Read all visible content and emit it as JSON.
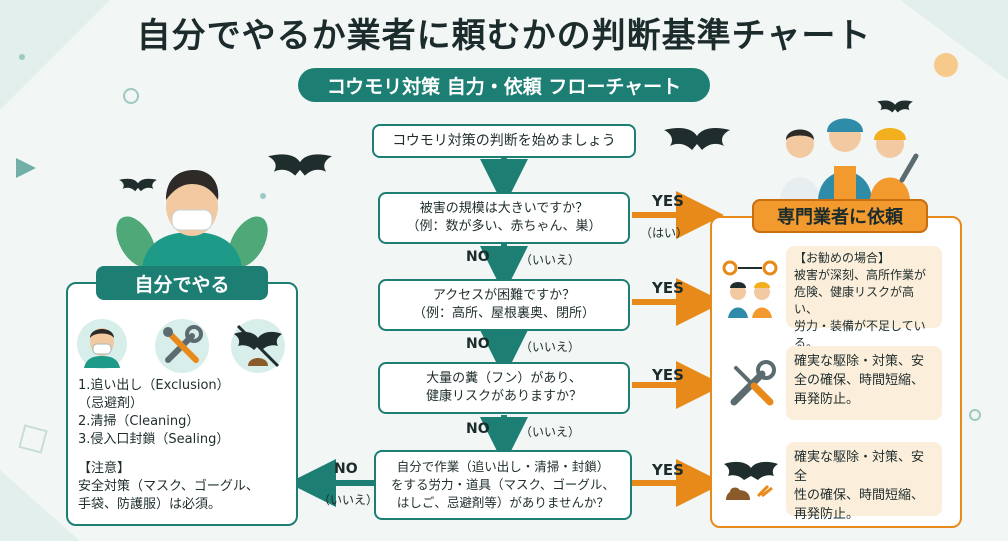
{
  "title": "自分でやるか業者に頼むかの判断基準チャート",
  "subtitle": "コウモリ対策 自力・依頼 フローチャート",
  "start": "コウモリ対策の判断を始めましょう",
  "questions": [
    {
      "line1": "被害の規模は大きいですか？",
      "line2": "（例：数が多い、赤ちゃん、巣）"
    },
    {
      "line1": "アクセスが困難ですか？",
      "line2": "（例：高所、屋根裏奥、閉所）"
    },
    {
      "line1": "大量の糞（フン）があり、",
      "line2": "健康リスクがありますか？"
    },
    {
      "line1": "自分で作業（追い出し・清掃・封鎖）",
      "line2": "をする労力・道具（マスク、ゴーグル、",
      "line3": "はしご、忌避剤等）がありませんか？"
    }
  ],
  "labels": {
    "yes": "YES",
    "yes_paren": "（はい）",
    "no": "NO",
    "no_paren": "（いいえ）"
  },
  "diy": {
    "heading": "自分でやる",
    "steps": [
      "1.追い出し（Exclusion）",
      "（忌避剤）",
      "2.清掃（Cleaning）",
      "3.侵入口封鎖（Sealing）"
    ],
    "note_title": "【注意】",
    "note_lines": [
      "安全対策（マスク、ゴーグル、",
      "手袋、防護服）は必須。"
    ]
  },
  "pro": {
    "heading": "専門業者に依頼",
    "recommend_title": "【お勧めの場合】",
    "recommend_lines": [
      "被害が深刻、高所作業が",
      "危険、健康リスクが高い、",
      "労力・装備が不足している。"
    ],
    "benefit1_lines": [
      "確実な駆除・対策、安",
      "全の確保、時間短縮、",
      "再発防止。"
    ],
    "benefit2_lines": [
      "確実な駆除・対策、安全",
      "性の確保、時間短縮、",
      "再発防止。"
    ]
  },
  "colors": {
    "teal": "#1d7f74",
    "orange": "#f29a2e",
    "background": "#f2f7f6"
  },
  "icons": [
    "bat-icon",
    "mask-person-icon",
    "tools-icon",
    "no-bat-icon",
    "workers-icon",
    "droppings-icon"
  ]
}
